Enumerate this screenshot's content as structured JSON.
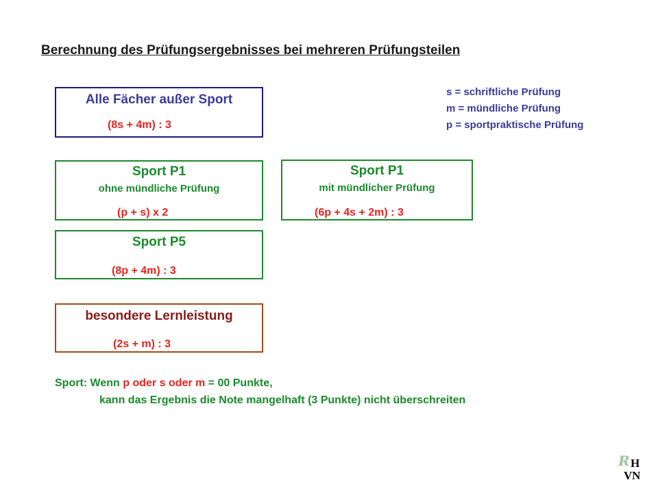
{
  "title": "Berechnung des Prüfungsergebnisses bei mehreren Prüfungsteilen",
  "legend": [
    "s = schriftliche Prüfung",
    "m = mündliche Prüfung",
    "p = sportpraktische Prüfung"
  ],
  "boxes": {
    "all_subjects": {
      "heading": "Alle Fächer außer Sport",
      "formula": "(8s + 4m) : 3"
    },
    "sport_p1_no_oral": {
      "heading": "Sport P1",
      "subheading": "ohne mündliche Prüfung",
      "formula": "(p + s) x 2"
    },
    "sport_p1_oral": {
      "heading": "Sport P1",
      "subheading": "mit mündlicher Prüfung",
      "formula": "(6p + 4s + 2m) : 3"
    },
    "sport_p5": {
      "heading": "Sport P5",
      "formula": "(8p + 4m) : 3"
    },
    "special": {
      "heading": "besondere Lernleistung",
      "formula": "(2s + m) : 3"
    }
  },
  "note": {
    "prefix": "Sport: Wenn ",
    "condition": "p oder s oder m",
    "value": " = 00 Punkte",
    "comma": ",",
    "line2": "kann das Ergebnis die Note mangelhaft (3 Punkte) nicht überschreiten"
  },
  "logo": {
    "letters": [
      "R",
      "H",
      "V",
      "N"
    ]
  },
  "colors": {
    "blue": "#1a1a80",
    "green": "#1a8a2a",
    "brown": "#a04a1a",
    "red": "#e8231e",
    "dark_red": "#8a1a1a"
  }
}
